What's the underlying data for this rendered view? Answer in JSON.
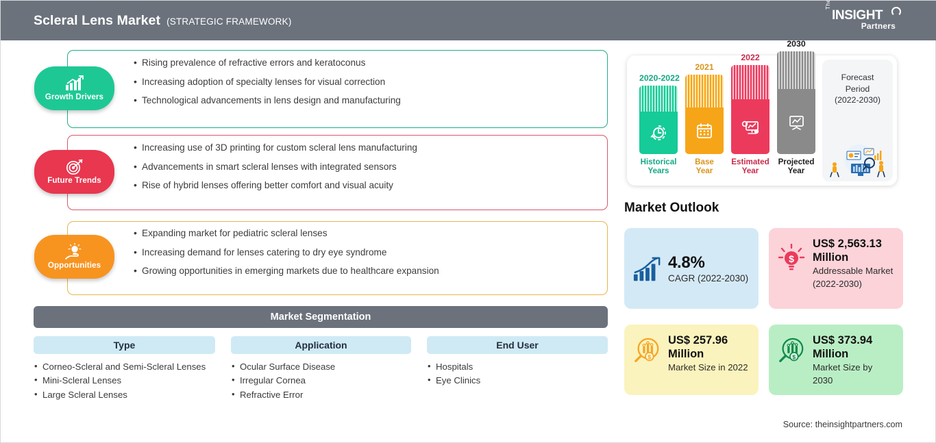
{
  "header": {
    "title": "Scleral Lens Market",
    "subtitle": "(STRATEGIC FRAMEWORK)",
    "logo": {
      "the": "The",
      "insight": "INSIGHT",
      "partners": "Partners"
    },
    "bg_color": "#6b727c"
  },
  "framework": {
    "sections": [
      {
        "badge": "Growth Drivers",
        "icon": "bar-chart-growth-icon",
        "color": "#1ec894",
        "border_color": "#1fae8a",
        "bullets": [
          "Rising prevalence of refractive errors and keratoconus",
          "Increasing adoption of specialty lenses for visual correction",
          "Technological advancements in lens design and manufacturing"
        ]
      },
      {
        "badge": "Future Trends",
        "icon": "target-dart-icon",
        "color": "#e8374f",
        "border_color": "#d9566b",
        "bullets": [
          "Increasing use of 3D printing for custom scleral lens manufacturing",
          "Advancements in smart scleral lenses with integrated sensors",
          "Rise of hybrid lenses offering better comfort and visual acuity"
        ]
      },
      {
        "badge": "Opportunities",
        "icon": "lightbulb-in-hand-icon",
        "color": "#f79420",
        "border_color": "#e8b44a",
        "bullets": [
          "Expanding market for pediatric scleral lenses",
          "Increasing demand for lenses catering to dry eye syndrome",
          "Growing opportunities in emerging markets due to healthcare expansion"
        ]
      }
    ]
  },
  "segmentation": {
    "title": "Market Segmentation",
    "title_bg": "#6b727c",
    "header_bg": "#cfeaf5",
    "columns": [
      {
        "header": "Type",
        "items": [
          "Corneo-Scleral and Semi-Scleral Lenses",
          "Mini-Scleral Lenses",
          "Large Scleral Lenses"
        ]
      },
      {
        "header": "Application",
        "items": [
          "Ocular Surface Disease",
          "Irregular Cornea",
          "Refractive Error"
        ]
      },
      {
        "header": "End User",
        "items": [
          "Hospitals",
          "Eye Clinics"
        ]
      }
    ]
  },
  "timeline": {
    "bars": [
      {
        "year": "2020-2022",
        "caption_line1": "Historical",
        "caption_line2": "Years",
        "color": "#15cb97",
        "icon": "clock-history-icon",
        "height": 100,
        "year_color": "#15a884"
      },
      {
        "year": "2021",
        "caption_line1": "Base",
        "caption_line2": "Year",
        "color": "#f6a518",
        "icon": "calendar-icon",
        "height": 116,
        "year_color": "#d8951a"
      },
      {
        "year": "2022",
        "caption_line1": "Estimated",
        "caption_line2": "Year",
        "color": "#ec3a5c",
        "icon": "analytics-gear-icon",
        "height": 130,
        "year_color": "#c92b4d"
      },
      {
        "year": "2030",
        "caption_line1": "Projected",
        "caption_line2": "Year",
        "color": "#8a8a8a",
        "icon": "presentation-chart-icon",
        "height": 150,
        "year_color": "#1d1d1d"
      }
    ],
    "forecast": {
      "line1": "Forecast",
      "line2": "Period",
      "line3": "(2022-2030)",
      "art": "data-analysis-illustration"
    }
  },
  "outlook": {
    "title": "Market Outlook",
    "cards": [
      {
        "value": "4.8%",
        "label": "CAGR (2022-2030)",
        "bg": "#d4e9f6",
        "icon": "bar-chart-arrow-icon",
        "icon_color": "#1a5f9e"
      },
      {
        "value": "US$ 2,563.13 Million",
        "label": "Addressable Market (2022-2030)",
        "bg": "#fbd3d9",
        "icon": "lightbulb-dollar-icon",
        "icon_color": "#ec3a5c"
      },
      {
        "value": "US$ 257.96 Million",
        "label": "Market Size in 2022",
        "bg": "#fbf3bd",
        "icon": "magnifier-chart-dollar-icon",
        "icon_color": "#f5a623"
      },
      {
        "value": "US$ 373.94 Million",
        "label": "Market Size by 2030",
        "bg": "#b9eec4",
        "icon": "magnifier-chart-dollar-icon",
        "icon_color": "#148a4e"
      }
    ]
  },
  "footer": {
    "source": "Source: theinsightpartners.com"
  },
  "chart_data": {
    "type": "bar",
    "title": "Study Period Timeline",
    "categories": [
      "Historical Years",
      "Base Year",
      "Estimated Year",
      "Projected Year"
    ],
    "tick_labels": [
      "2020-2022",
      "2021",
      "2022",
      "2030"
    ],
    "values": [
      100,
      116,
      130,
      150
    ],
    "ylabel": "",
    "xlabel": "",
    "legend": "Forecast Period (2022-2030)",
    "annotations": [
      "4.8% CAGR (2022-2030)",
      "US$ 257.96 Million Market Size in 2022",
      "US$ 373.94 Million Market Size by 2030",
      "US$ 2,563.13 Million Addressable Market (2022-2030)"
    ]
  }
}
